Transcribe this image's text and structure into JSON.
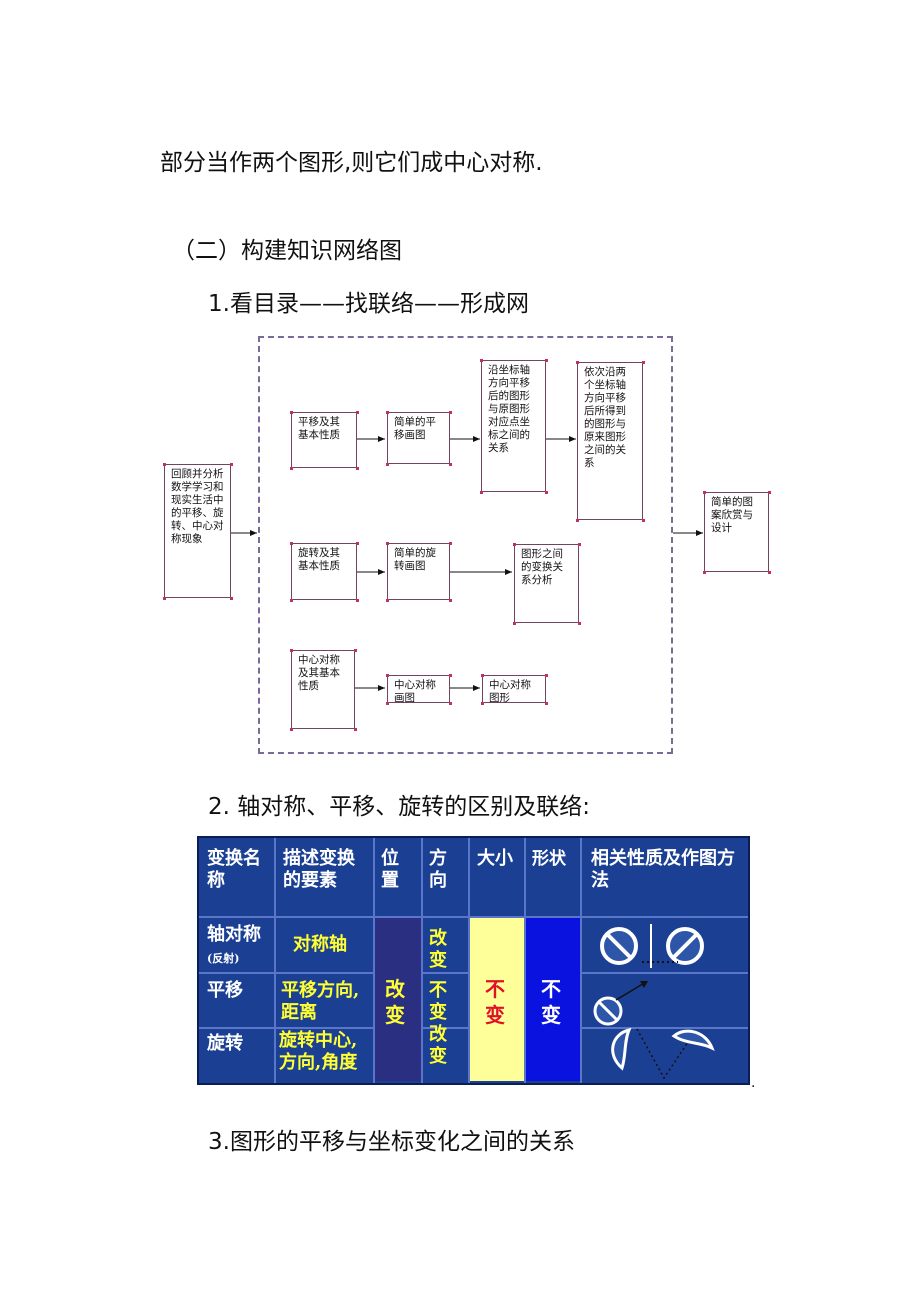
{
  "text": {
    "line1": "部分当作两个图形,则它们成中心对称.",
    "line2": "（二）构建知识网络图",
    "line3": "1.看目录——找联络——形成网",
    "line4": "2.  轴对称、平移、旋转的区别及联络:",
    "line5": "3.图形的平移与坐标变化之间的关系",
    "trailing_dot": "."
  },
  "flowchart": {
    "start": "回顾并分析数学学习和现实生活中的平移、旋转、中心对称现象",
    "row1": [
      "平移及其基本性质",
      "简单的平移画图",
      "沿坐标轴方向平移后的图形与原图形对应点坐标之间的关系",
      "依次沿两个坐标轴方向平移后所得到的图形与原来图形之间的关系"
    ],
    "row2": [
      "旋转及其基本性质",
      "简单的旋转画图",
      "图形之间的变换关系分析"
    ],
    "row3": [
      "中心对称及其基本性质",
      "中心对称画图",
      "中心对称图形"
    ],
    "end": "简单的图案欣赏与设计"
  },
  "table": {
    "headers": [
      "变换名称",
      "描述变换的要素",
      "位置",
      "方向",
      "大小",
      "形状",
      "相关性质及作图方法"
    ],
    "rows": [
      {
        "name": "轴对称",
        "name_note": "(反射)",
        "elements": "对称轴"
      },
      {
        "name": "平移",
        "elements": "平移方向,距离"
      },
      {
        "name": "旋转",
        "elements": "旋转中心,方向,角度"
      }
    ],
    "position_value": "改变",
    "direction_values": [
      "改变",
      "不变",
      "改变"
    ],
    "size_value": "不变",
    "shape_value": "不变",
    "colors": {
      "background": "#1b3f93",
      "position_col": "#2b2f82",
      "size_col": "#ffff99",
      "shape_col": "#0a12e0",
      "text_yellow": "#ffff33"
    }
  }
}
